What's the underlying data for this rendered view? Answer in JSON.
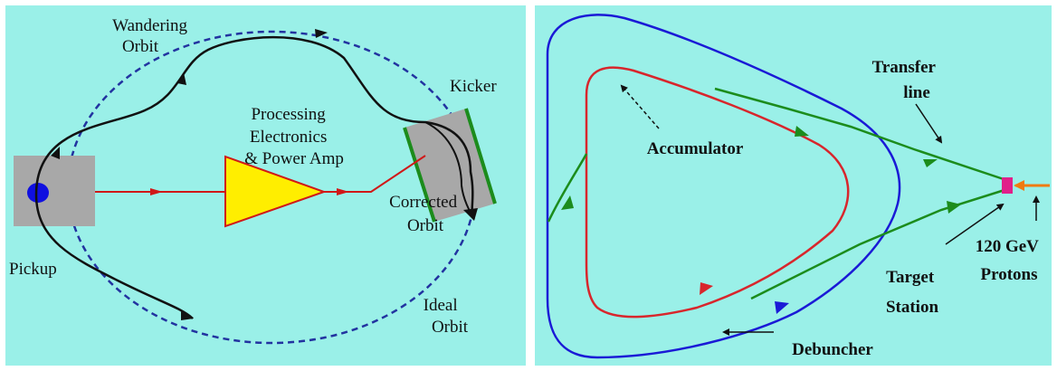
{
  "left_panel": {
    "labels": {
      "wandering_line1": "Wandering",
      "wandering_line2": "Orbit",
      "kicker": "Kicker",
      "processing_line1": "Processing",
      "processing_line2": "Electronics",
      "processing_line3": "& Power Amp",
      "corrected_line1": "Corrected",
      "corrected_line2": "Orbit",
      "pickup": "Pickup",
      "ideal_line1": "Ideal",
      "ideal_line2": "Orbit"
    }
  },
  "right_panel": {
    "labels": {
      "transfer_line1": "Transfer",
      "transfer_line2": "line",
      "accumulator": "Accumulator",
      "energy_line1": "120 GeV",
      "energy_line2": "Protons",
      "target_line1": "Target",
      "target_line2": "Station",
      "debuncher": "Debuncher"
    }
  },
  "colors": {
    "background": "#9af0e8",
    "frame": "#ffffff",
    "blue_ring": "#1a1ad6",
    "red_ring": "#d8262c",
    "green_line": "#1c8c1c",
    "orbit_dashed": "#2233a0",
    "signal_red": "#d01818",
    "amp_fill": "#ffee00",
    "device_gray": "#a8a8a8",
    "pickup_blue": "#1010e0",
    "target_magenta": "#e0208a",
    "beam_orange": "#f07a10"
  }
}
